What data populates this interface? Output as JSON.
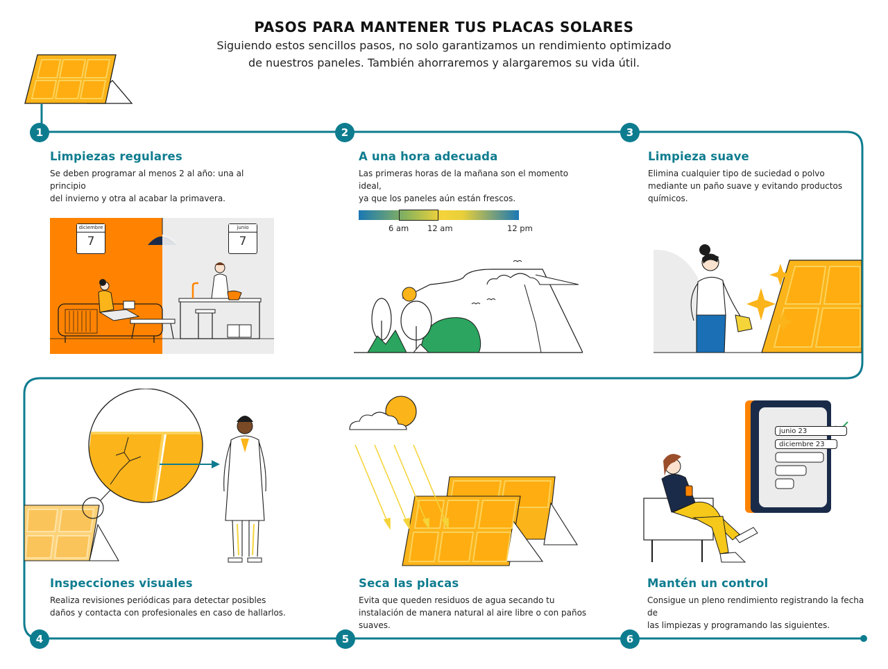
{
  "header": {
    "title": "PASOS PARA MANTENER TUS PLACAS SOLARES",
    "subtitle_line1": "Siguiendo estos sencillos pasos, no solo garantizamos un rendimiento optimizado",
    "subtitle_line2": "de nuestros paneles. También ahorraremos y alargaremos su vida útil."
  },
  "colors": {
    "accent": "#0e7c8f",
    "orange": "#ff8300",
    "solar_yellow": "#fbb41a",
    "green": "#2ba55f"
  },
  "steps": [
    {
      "number": "1",
      "title": "Limpiezas regulares",
      "desc_line1": "Se deben programar al menos 2 al año: una al principio",
      "desc_line2": "del invierno y otra al acabar la primavera.",
      "calendar_left": "diciembre",
      "calendar_right": "junio",
      "calendar_day": "7"
    },
    {
      "number": "2",
      "title": "A una hora adecuada",
      "desc_line1": "Las primeras horas de la mañana son el momento ideal,",
      "desc_line2": "ya que los paneles aún están frescos.",
      "time_labels": [
        "6 am",
        "12 am",
        "12 pm"
      ]
    },
    {
      "number": "3",
      "title": "Limpieza suave",
      "desc_line1": "Elimina cualquier tipo de suciedad o polvo",
      "desc_line2": "mediante un paño suave y evitando productos",
      "desc_line3": "químicos."
    },
    {
      "number": "4",
      "title": "Inspecciones visuales",
      "desc_line1": "Realiza revisiones periódicas para detectar posibles",
      "desc_line2": "daños y contacta con profesionales en caso de hallarlos."
    },
    {
      "number": "5",
      "title": "Seca las placas",
      "desc_line1": "Evita que queden residuos de agua secando tu",
      "desc_line2": "instalación de manera natural al aire libre o con paños",
      "desc_line3": "suaves."
    },
    {
      "number": "6",
      "title": "Mantén un control",
      "desc_line1": "Consigue un pleno rendimiento registrando la fecha de",
      "desc_line2": "las limpiezas y programando las siguientes.",
      "log_entries": [
        "junio 23",
        "diciembre 23"
      ]
    }
  ]
}
